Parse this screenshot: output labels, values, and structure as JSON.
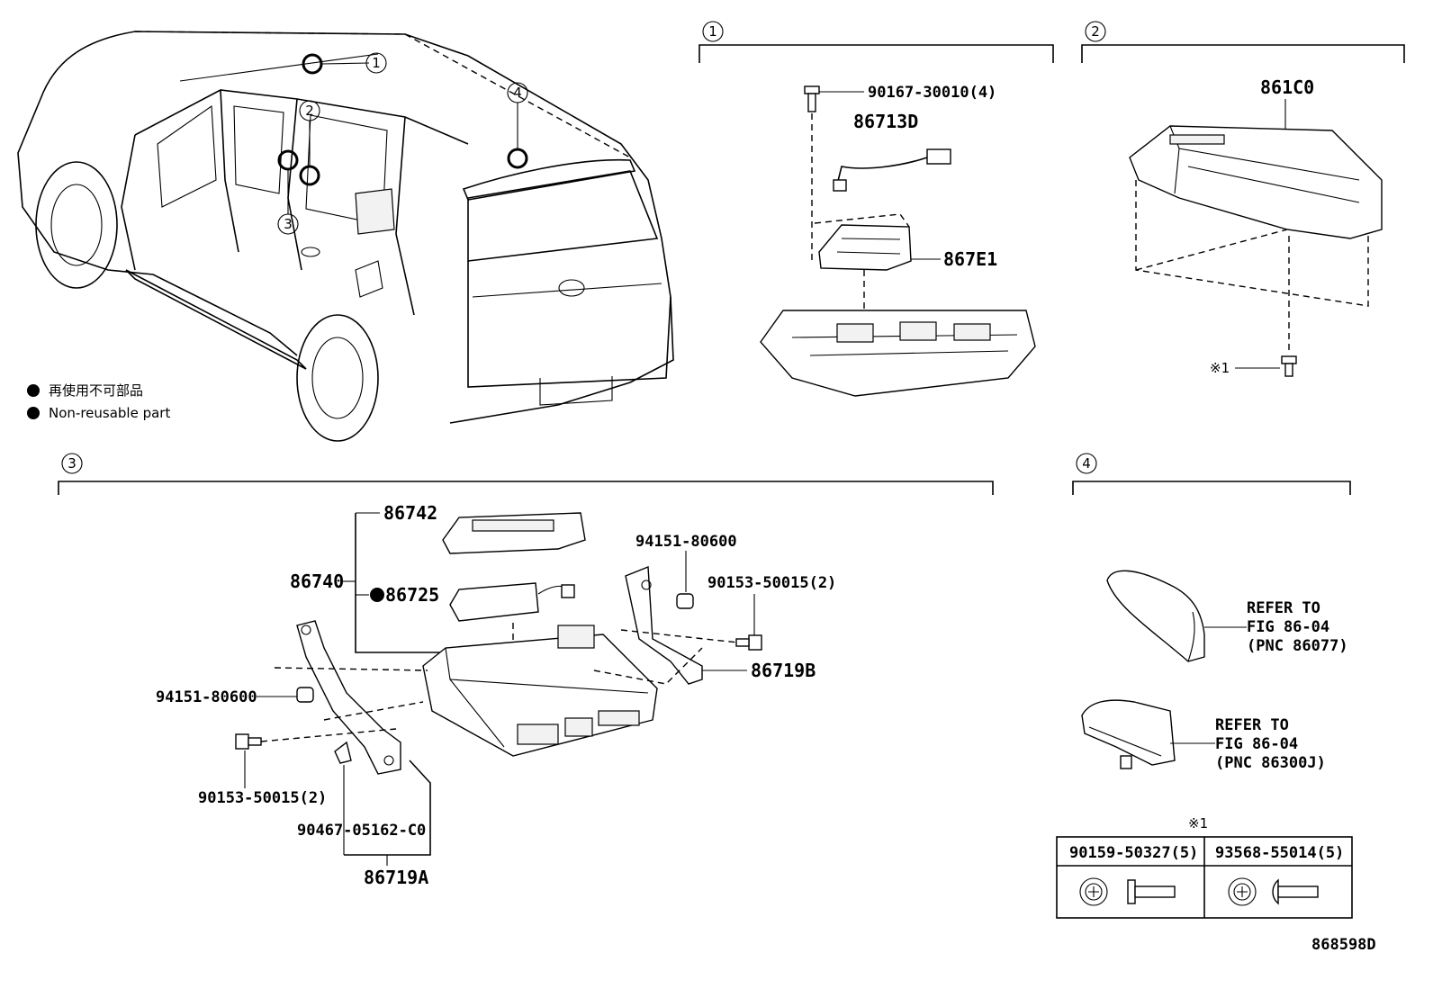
{
  "legend": {
    "items": [
      {
        "text": "再使用不可部品"
      },
      {
        "text": "Non-reusable part"
      }
    ]
  },
  "callouts": {
    "one": "1",
    "two": "2",
    "three": "3",
    "four": "4"
  },
  "section1": {
    "bolt": "90167-30010(4)",
    "harness": "86713D",
    "module": "867E1"
  },
  "section2": {
    "module": "861C0",
    "fastener_mark": "※1"
  },
  "section3": {
    "cover": "86742",
    "assembly": "86740",
    "battery": "86725",
    "nut_top": "94151-80600",
    "bolt_right": "90153-50015(2)",
    "bracket_right": "86719B",
    "nut_left": "94151-80600",
    "bolt_left": "90153-50015(2)",
    "clip": "90467-05162-C0",
    "bracket_left": "86719A"
  },
  "section4": {
    "ref1": [
      "REFER TO",
      "FIG 86-04",
      "(PNC 86077)"
    ],
    "ref2": [
      "REFER TO",
      "FIG 86-04",
      "(PNC 86300J)"
    ]
  },
  "fastener_table": {
    "mark": "※1",
    "col1": "90159-50327(5)",
    "col2": "93568-55014(5)"
  },
  "figure_id": "868598D"
}
